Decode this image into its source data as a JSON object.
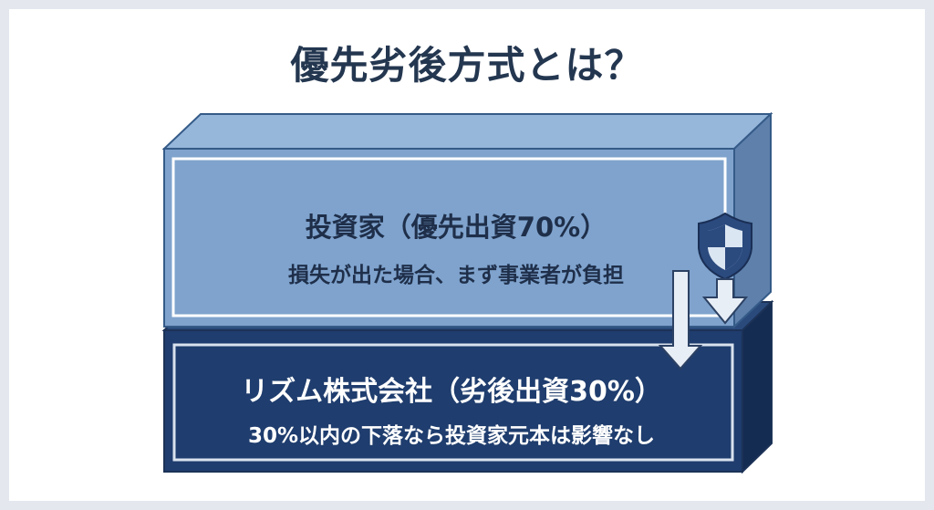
{
  "title": "優先劣後方式とは？",
  "investor_block": {
    "title": "投資家（優先出資70%）",
    "subtitle": "損失が出た場合、まず事業者が負担"
  },
  "company_block": {
    "title": "リズム株式会社（劣後出資30%）",
    "subtitle": "30%以内の下落なら投資家元本は影響なし"
  },
  "icons": [
    "shield-icon",
    "down-arrow-icon"
  ],
  "colors": {
    "investor_face": "#7fa3cd",
    "investor_top": "#96b6da",
    "investor_side": "#5e80ab",
    "company_face": "#1f3d6e",
    "company_top": "#2a4a7c",
    "company_side": "#142b52",
    "title_text": "#243750"
  }
}
